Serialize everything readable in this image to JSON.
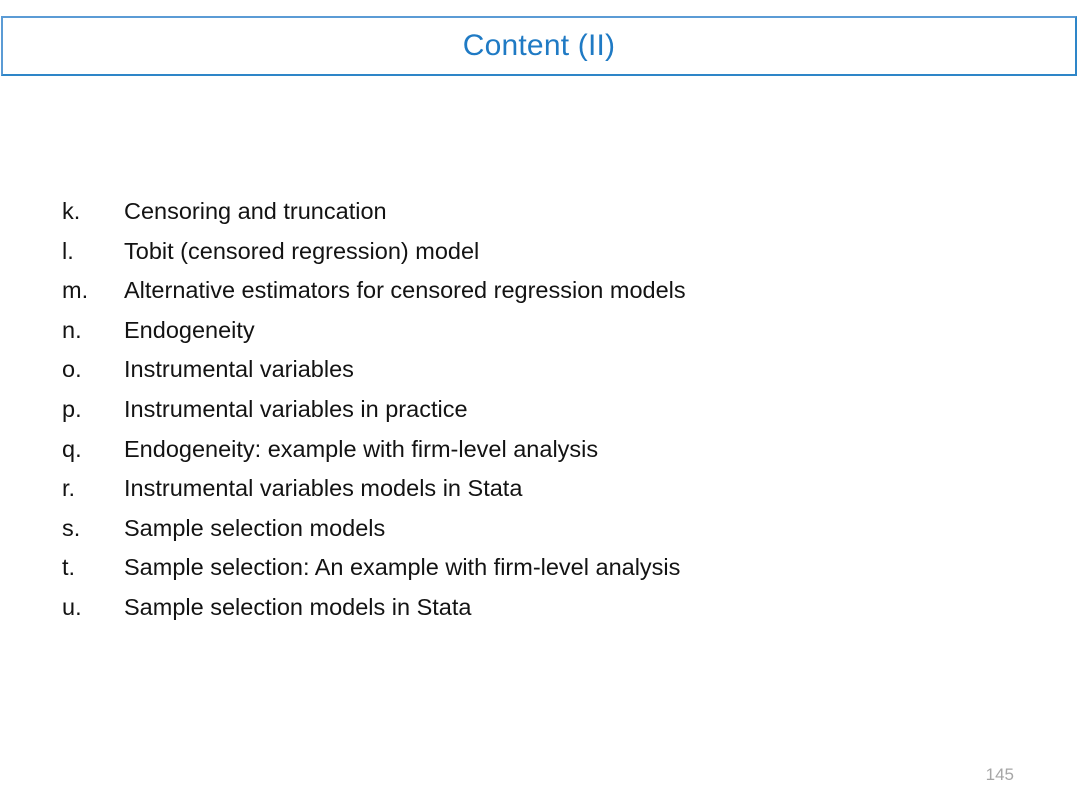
{
  "slide": {
    "title": "Content (II)",
    "title_color": "#1F7AC4",
    "border_color": "#5B9BD5",
    "background_color": "#FFFFFF",
    "page_number": "145",
    "page_number_color": "#A6A6A6",
    "items": [
      {
        "marker": "k.",
        "text": "Censoring and truncation"
      },
      {
        "marker": "l.",
        "text": "Tobit (censored regression) model"
      },
      {
        "marker": "m.",
        "text": "Alternative estimators for censored regression models"
      },
      {
        "marker": "n.",
        "text": "Endogeneity"
      },
      {
        "marker": "o.",
        "text": "Instrumental variables"
      },
      {
        "marker": "p.",
        "text": "Instrumental variables in practice"
      },
      {
        "marker": "q.",
        "text": "Endogeneity: example with firm-level analysis"
      },
      {
        "marker": "r.",
        "text": "Instrumental variables models in Stata"
      },
      {
        "marker": "s.",
        "text": "Sample selection models"
      },
      {
        "marker": "t.",
        "text": "Sample selection: An example with firm-level analysis"
      },
      {
        "marker": "u.",
        "text": "Sample selection models in Stata"
      }
    ]
  }
}
